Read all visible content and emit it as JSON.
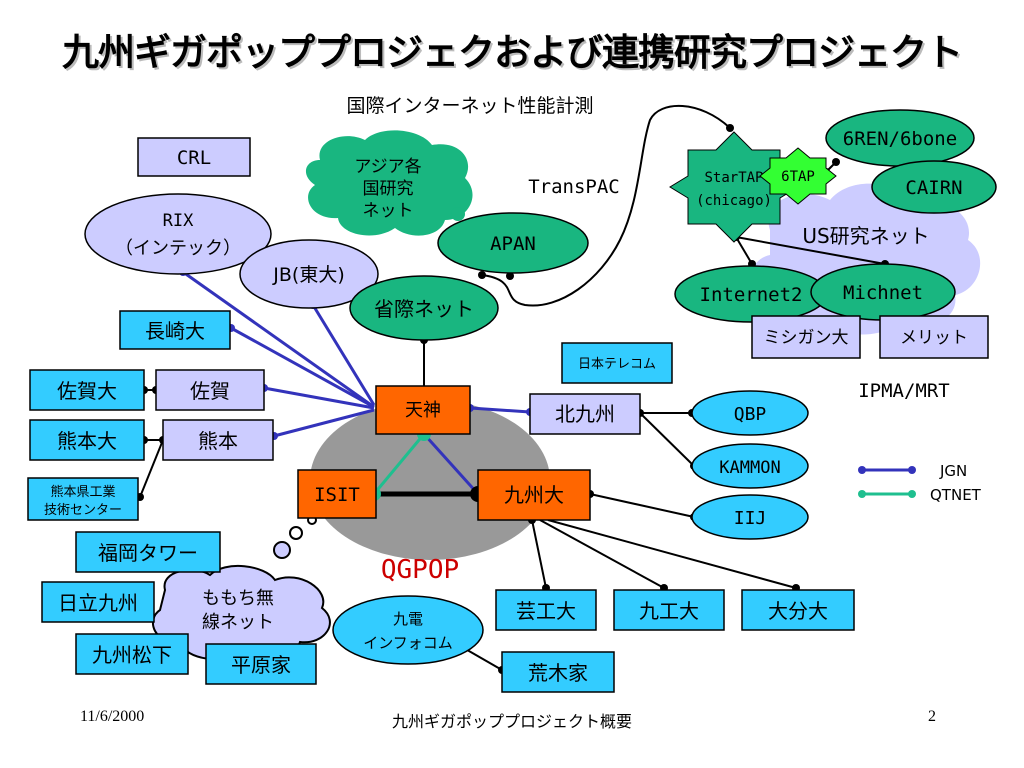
{
  "title": "九州ギガポッププロジェクおよび連携研究プロジェクト",
  "nodes": {
    "crl": "CRL",
    "rix_1": "RIX",
    "rix_2": "（インテック）",
    "jb": "JB(東大)",
    "asia_1": "アジア各",
    "asia_2": "国研究",
    "asia_3": "ネット",
    "apan": "APAN",
    "shosai": "省際ネット",
    "intl_label": "国際インターネット性能計測",
    "transpac": "TransPAC",
    "startap_1": "StarTAP",
    "startap_2": "(chicago)",
    "6tap": "6TAP",
    "6ren": "6REN/6bone",
    "cairn": "CAIRN",
    "us_net": "US研究ネット",
    "internet2": "Internet2",
    "michnet": "Michnet",
    "michigan": "ミシガン大",
    "merit": "メリット",
    "ipma": "IPMA/MRT",
    "nagasaki": "長崎大",
    "sagadai": "佐賀大",
    "saga": "佐賀",
    "kumamotodai": "熊本大",
    "kumamoto": "熊本",
    "kumamoto_ind_1": "熊本県工業",
    "kumamoto_ind_2": "技術センター",
    "tenjin": "天神",
    "jtelecom": "日本テレコム",
    "kitakyushu": "北九州",
    "qbp": "QBP",
    "kammon": "KAMMON",
    "iij": "IIJ",
    "isit": "ISIT",
    "kyushudai": "九州大",
    "qgpop": "QGPOP",
    "fukuoka_tower": "福岡タワー",
    "hitachi": "日立九州",
    "momochi_1": "ももち無",
    "momochi_2": "線ネット",
    "matsushita": "九州松下",
    "hirahara": "平原家",
    "kyuden_1": "九電",
    "kyuden_2": "インフォコム",
    "araki": "荒木家",
    "geiko": "芸工大",
    "kyuko": "九工大",
    "oita": "大分大"
  },
  "legend": {
    "jgn": "JGN",
    "qtnet": "QTNET",
    "jgn_color": "#3333bb",
    "qtnet_color": "#1fbf8f"
  },
  "colors": {
    "green": "#19b680",
    "lavender": "#ccccff",
    "cyan": "#33ccff",
    "orange": "#ff6600",
    "gray": "#999999",
    "qgpop_red": "#cc0000",
    "6tap_green": "#33ff33"
  },
  "footer": {
    "date": "11/6/2000",
    "title": "九州ギガポッププロジェクト概要",
    "page": "2"
  }
}
